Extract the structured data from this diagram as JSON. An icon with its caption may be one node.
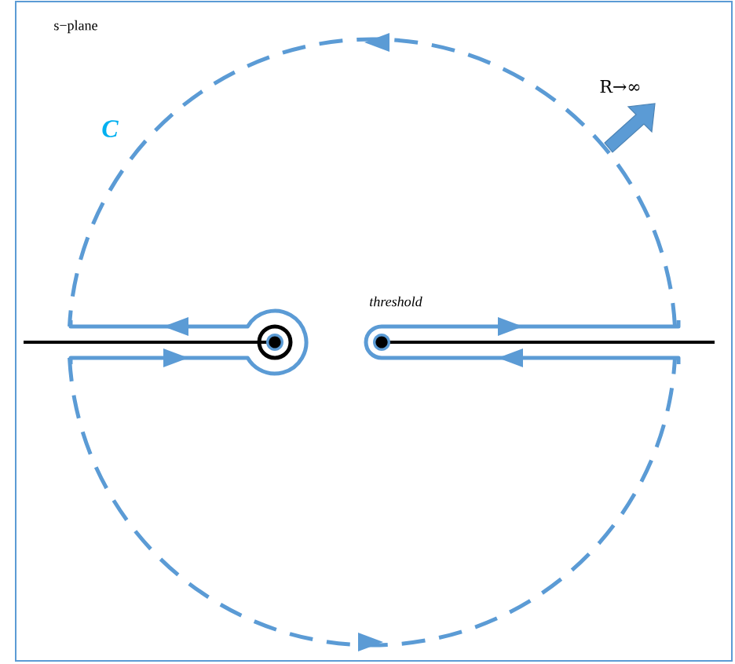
{
  "diagram": {
    "labels": [
      "s−plane",
      "C",
      "R→∞",
      "threshold"
    ]
  }
}
